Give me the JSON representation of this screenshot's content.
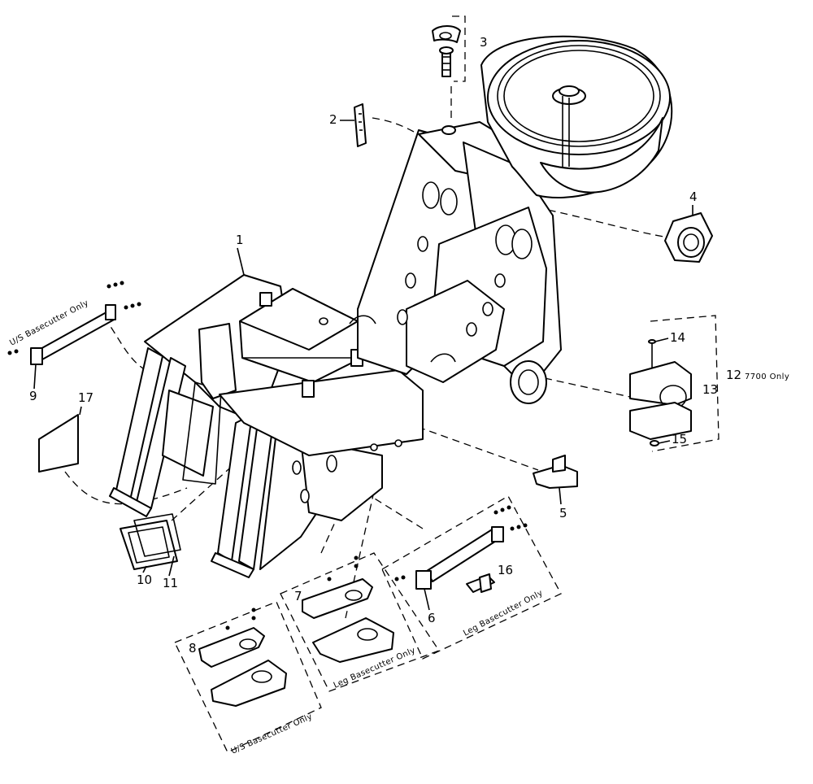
{
  "diagram": {
    "callouts": {
      "c1": "1",
      "c2": "2",
      "c3": "3",
      "c4": "4",
      "c5": "5",
      "c6": "6",
      "c7": "7",
      "c8": "8",
      "c9": "9",
      "c10": "10",
      "c11": "11",
      "c12": "12",
      "c13": "13",
      "c14": "14",
      "c15": "15",
      "c16": "16",
      "c17": "17"
    },
    "notes": {
      "us_basecutter_top": "U/S Basecutter Only",
      "seven_hundred_only": "7700 Only",
      "leg_basecutter_right": "Leg Basecutter Only",
      "leg_basecutter_mid": "Leg Basecutter Only",
      "us_basecutter_bottom": "U/S Basecutter Only"
    }
  }
}
